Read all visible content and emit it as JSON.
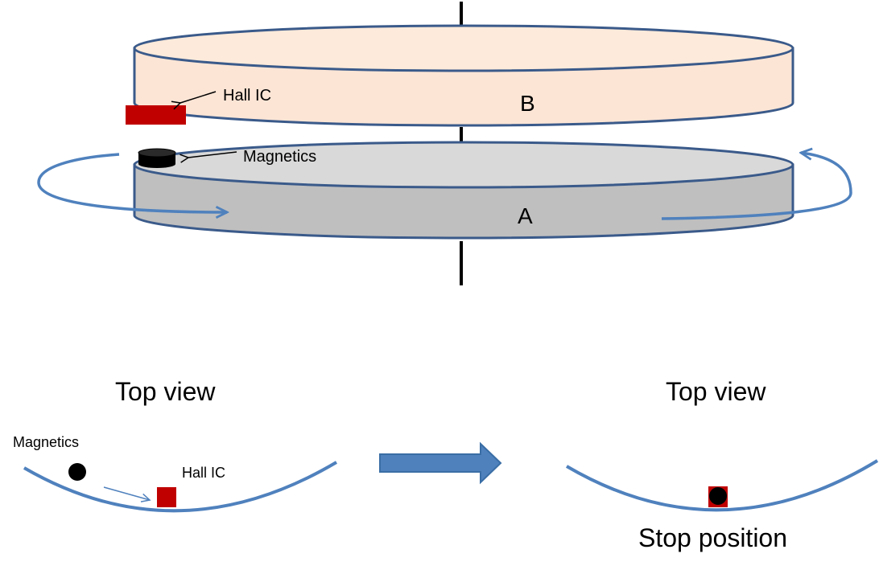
{
  "disk_b": {
    "label": "B",
    "fill_top": "#FDEADA",
    "fill_side": "#FCE5D5",
    "stroke": "#3A5A8A"
  },
  "disk_a": {
    "label": "A",
    "fill_top": "#D9D9D9",
    "fill_side": "#BFBFBF",
    "stroke": "#3A5A8A"
  },
  "labels": {
    "hall_ic_top": "Hall IC",
    "magnetics_top": "Magnetics",
    "top_view_left": "Top view",
    "top_view_right": "Top view",
    "magnetics_left": "Magnetics",
    "hall_ic_left": "Hall IC",
    "stop_position": "Stop position"
  },
  "colors": {
    "hall_ic": "#C00000",
    "magnet": "#000000",
    "rotation_arrow": "#4F81BD",
    "axis": "#000000"
  }
}
